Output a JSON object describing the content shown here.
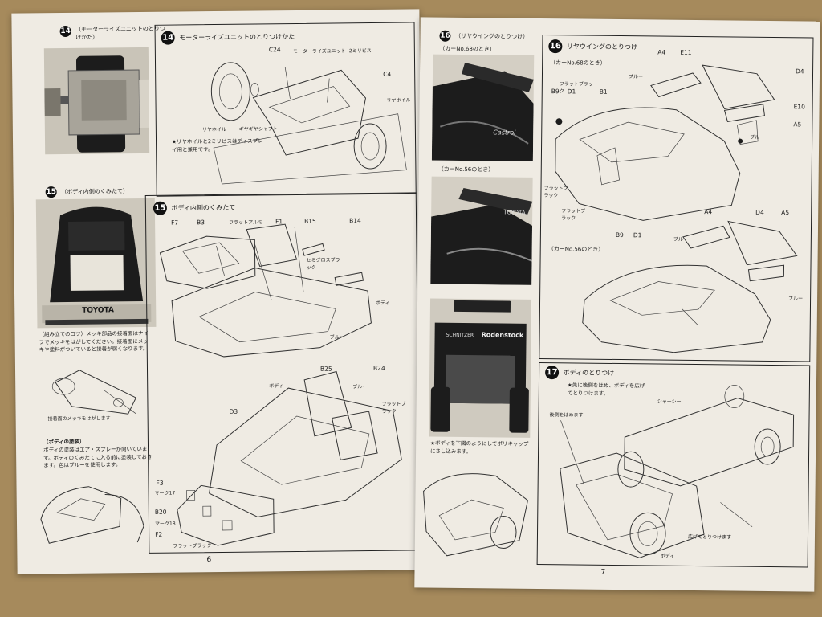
{
  "colors": {
    "background": "#a68a5c",
    "paper": "#efebe3",
    "ink": "#1a1a1a"
  },
  "left_page": {
    "page_number": "6",
    "step14_photo": {
      "number": "14",
      "title": "（モーターライズユニットのとりつけかた）"
    },
    "step14": {
      "number": "14",
      "title": "モーターライズユニットのとりつけかた",
      "labels": {
        "c24": "C24",
        "motor_unit": "モーターライズユニット",
        "screw": "2ミリビス",
        "c4": "C4",
        "rear_wheel_r": "リヤホイル",
        "rear_wheel_l": "リヤホイル",
        "axle": "ギヤギヤシャフト"
      },
      "note": "★リヤホイルと2ミリビスはディスプレイ用と兼用です。"
    },
    "step15_photo": {
      "number": "15",
      "title": "（ボディ内側のくみたて）",
      "plate": "TOYOTA",
      "tip": "（組み立てのコツ）メッキ部品の接着面はナイフでメッキをはがしてください。接着面にメッキや塗料がついていると接着が弱くなります。",
      "tip_caption": "接着面のメッキをはがします",
      "paint_title": "（ボディの塗装）",
      "paint_text": "ボディの塗装はエア・スプレーが向いています。ボディのくみたてに入る前に塗装しておきます。色はブルーを使用します。"
    },
    "step15": {
      "number": "15",
      "title": "ボディ内側のくみたて",
      "labels": {
        "f7": "F7",
        "b3": "B3",
        "flat_al": "フラットアルミ",
        "f1": "F1",
        "b15": "B15",
        "b14": "B14",
        "semi_gloss": "セミグロスブラック",
        "body": "ボディ",
        "blue": "ブルー",
        "b25": "B25",
        "b24": "B24",
        "blue2": "ブルー",
        "flat_black": "フラットブラック",
        "body2": "ボディ",
        "d3": "D3",
        "f3": "F3",
        "mark17": "マーク17",
        "b20": "B20",
        "mark18": "マーク18",
        "f2": "F2",
        "flat_black2": "フラットブラック"
      }
    }
  },
  "right_page": {
    "page_number": "7",
    "step16_photo": {
      "number": "16",
      "title": "（リヤウイングのとりつけ）",
      "car68": "（カーNo.68のとき）",
      "car56": "（カーNo.56のとき）",
      "photo_texts": {
        "castrol": "Castrol",
        "toyota": "TOYOTA"
      }
    },
    "step17_photo": {
      "photo_texts": {
        "schnitzer": "SCHNITZER",
        "rodenstock": "Rodenstock"
      },
      "note": "★ボディを下図のようにしてポリキャップにさし込みます。"
    },
    "step16": {
      "number": "16",
      "title": "リヤウイングのとりつけ",
      "car68": "（カーNo.68のとき）",
      "car56": "（カーNo.56のとき）",
      "labels": {
        "a4": "A4",
        "e11": "E11",
        "d4": "D4",
        "flat_black": "フラットブラック",
        "blue": "ブルー",
        "b9": "B9",
        "d1": "D1",
        "b1": "B1",
        "e10": "E10",
        "a5": "A5",
        "blue2": "ブルー",
        "flat_black2": "フラットブラック",
        "flat_black3": "フラットブラック",
        "b9b": "B9",
        "d1b": "D1",
        "a4b": "A4",
        "d4b": "D4",
        "a5b": "A5",
        "blue3": "ブルー",
        "blue4": "ブルー"
      }
    },
    "step17": {
      "number": "17",
      "title": "ボディのとりつけ",
      "note": "★先に後側をはめ、ボディを広げてとりつけます。",
      "labels": {
        "rear_fit": "後側をはめます",
        "chassis": "シャーシー",
        "spread": "広げてとりつけます",
        "body": "ボディ"
      }
    }
  }
}
